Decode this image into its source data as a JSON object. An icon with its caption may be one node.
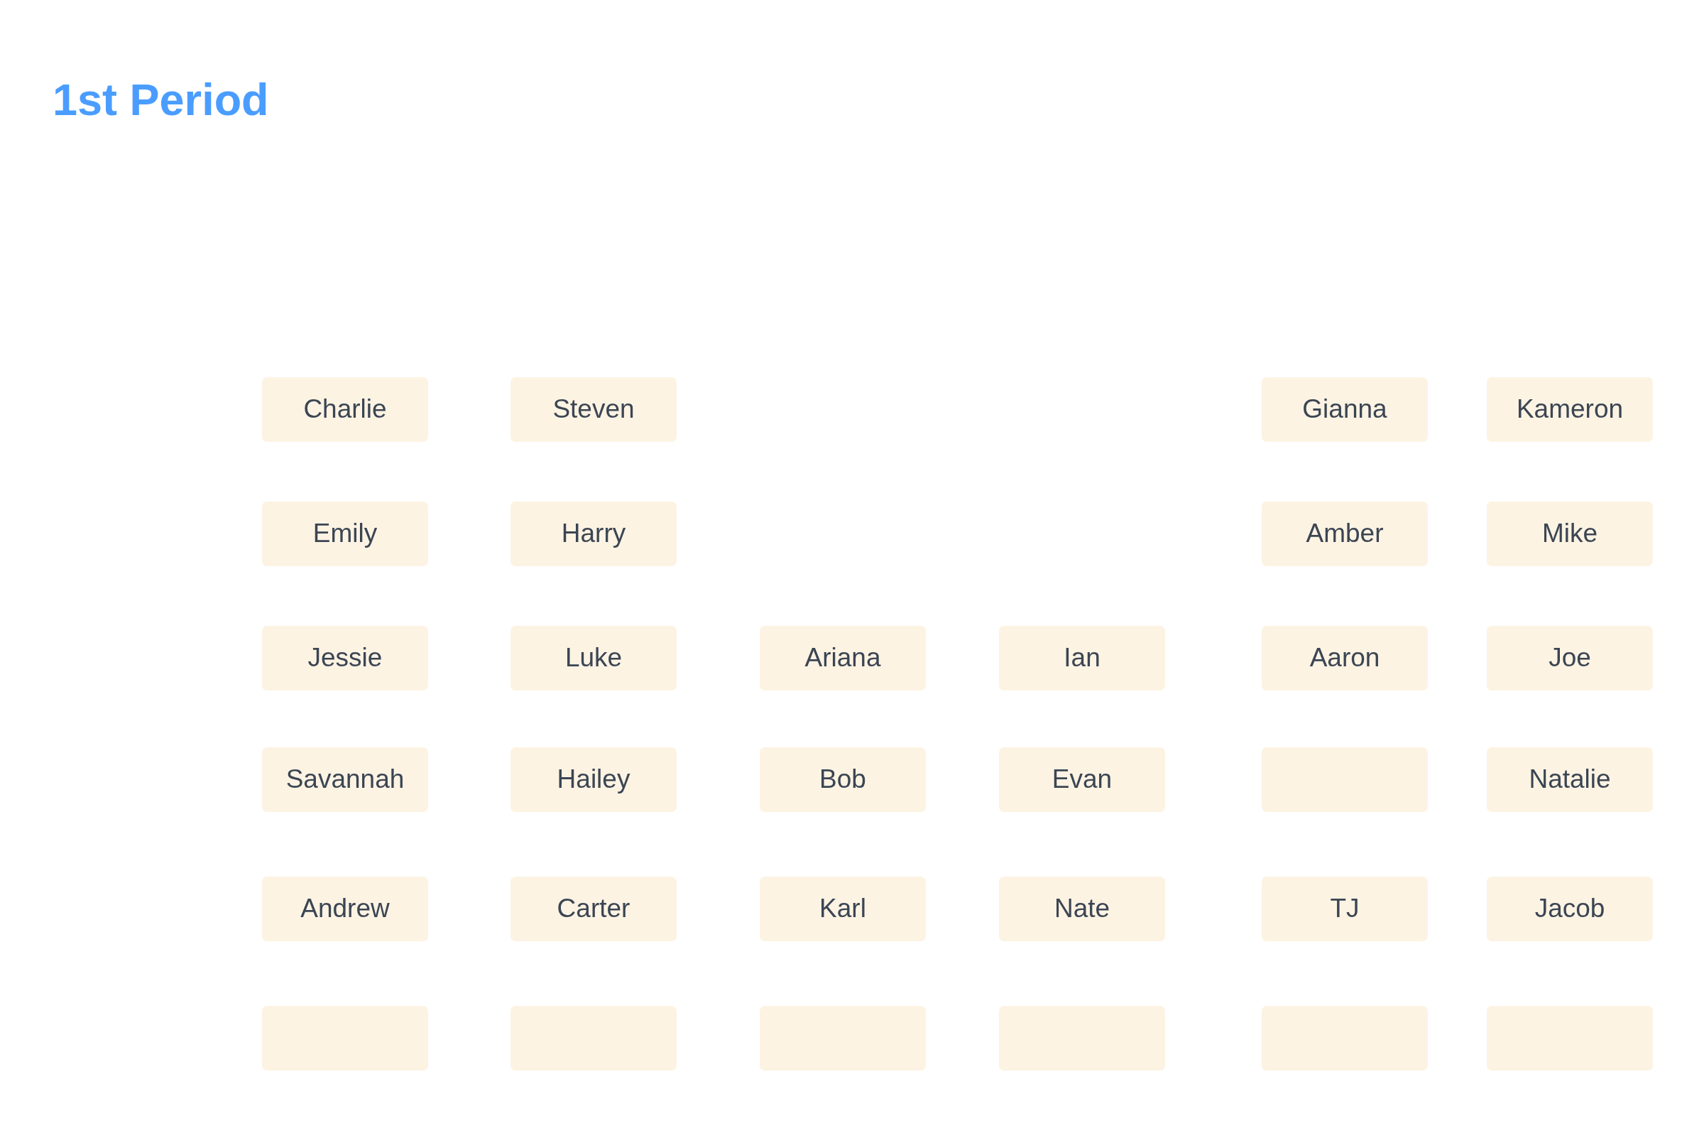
{
  "diagram": {
    "title": "1st Period",
    "nodes": [
      {
        "text": [
          "Charlie"
        ]
      },
      {
        "text": [
          "Steven"
        ]
      },
      {
        "text": [
          "Gianna"
        ]
      },
      {
        "text": [
          "Kameron"
        ]
      },
      {
        "text": [
          "Emily"
        ]
      },
      {
        "text": [
          "Harry"
        ]
      },
      {
        "text": [
          "Amber"
        ]
      },
      {
        "text": [
          "Mike"
        ]
      },
      {
        "text": [
          "Jessie"
        ]
      },
      {
        "text": [
          "Luke"
        ]
      },
      {
        "text": [
          "Ariana"
        ]
      },
      {
        "text": [
          "Ian"
        ]
      },
      {
        "text": [
          "Aaron"
        ]
      },
      {
        "text": [
          "Joe"
        ]
      },
      {
        "text": [
          "Savannah"
        ]
      },
      {
        "text": [
          "Hailey"
        ]
      },
      {
        "text": [
          "Bob"
        ]
      },
      {
        "text": [
          "Evan"
        ]
      },
      {
        "text": [],
        "shape": "box"
      },
      {
        "text": [
          "Natalie"
        ]
      },
      {
        "text": [
          "Andrew"
        ]
      },
      {
        "text": [
          "Carter"
        ]
      },
      {
        "text": [
          "Karl"
        ]
      },
      {
        "text": [
          "Nate"
        ]
      },
      {
        "text": [
          "TJ"
        ]
      },
      {
        "text": [
          "Jacob"
        ]
      },
      {
        "text": [],
        "shape": "box"
      },
      {
        "text": [],
        "shape": "box"
      },
      {
        "text": [],
        "shape": "box"
      },
      {
        "text": [],
        "shape": "box"
      },
      {
        "text": [],
        "shape": "box"
      },
      {
        "text": [],
        "shape": "box"
      }
    ]
  }
}
